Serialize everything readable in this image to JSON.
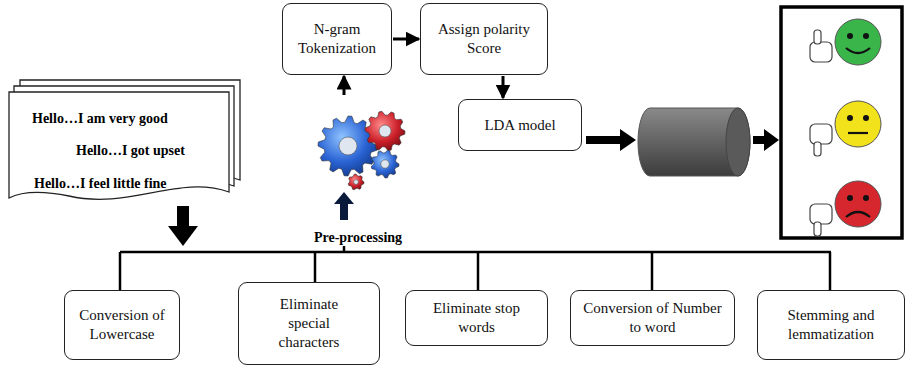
{
  "diagram": {
    "nodes": [
      {
        "text": [
          "Hello…I am very good",
          "Hello…I got upset",
          "Hello…I feel little fine"
        ]
      },
      {
        "text": [
          "N-gram Tokenization"
        ]
      },
      {
        "text": [
          "Assign polarity Score"
        ]
      },
      {
        "text": [
          "LDA model"
        ]
      },
      {
        "text": [
          "Pre-processing"
        ]
      },
      {
        "text": [
          "Conversion of Lowercase"
        ]
      },
      {
        "text": [
          "Eliminate special characters"
        ]
      },
      {
        "text": [
          "Eliminate stop words"
        ]
      },
      {
        "text": [
          "Conversion of Number to word"
        ]
      },
      {
        "text": [
          "Stemming and lemmatization"
        ]
      }
    ],
    "edges": [
      {
        "from": 1,
        "to": 2,
        "arrow": "to"
      },
      {
        "from": 2,
        "to": 3,
        "arrow": "to"
      },
      {
        "from": 4,
        "to": 1,
        "arrow": "to"
      }
    ]
  }
}
